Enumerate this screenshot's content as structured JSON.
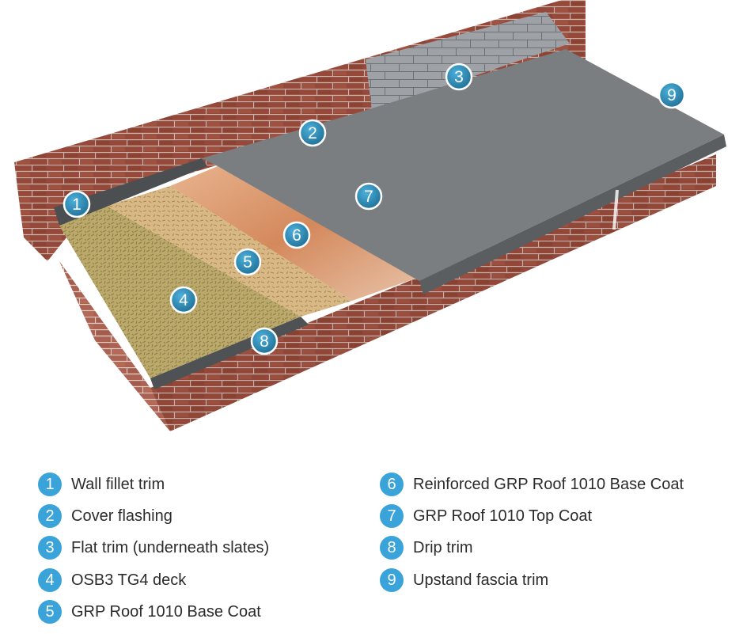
{
  "colors": {
    "accent": "#3aa3d9",
    "marker_fill": "#2f86ad",
    "topcoat": "#6f7276",
    "brick": "#9a4b3b",
    "osb": "#cfae7a",
    "basecoat": "#d89a6a",
    "insulation": "#b8a766"
  },
  "markers": [
    {
      "num": "1"
    },
    {
      "num": "2"
    },
    {
      "num": "3"
    },
    {
      "num": "4"
    },
    {
      "num": "5"
    },
    {
      "num": "6"
    },
    {
      "num": "7"
    },
    {
      "num": "8"
    },
    {
      "num": "9"
    }
  ],
  "legend": [
    {
      "num": "1",
      "label": "Wall fillet trim"
    },
    {
      "num": "2",
      "label": "Cover flashing"
    },
    {
      "num": "3",
      "label": "Flat trim (underneath slates)"
    },
    {
      "num": "4",
      "label": "OSB3 TG4 deck"
    },
    {
      "num": "5",
      "label": "GRP Roof 1010 Base Coat"
    },
    {
      "num": "6",
      "label": "Reinforced GRP Roof 1010 Base Coat"
    },
    {
      "num": "7",
      "label": "GRP Roof 1010 Top Coat"
    },
    {
      "num": "8",
      "label": "Drip trim"
    },
    {
      "num": "9",
      "label": "Upstand fascia trim"
    }
  ]
}
